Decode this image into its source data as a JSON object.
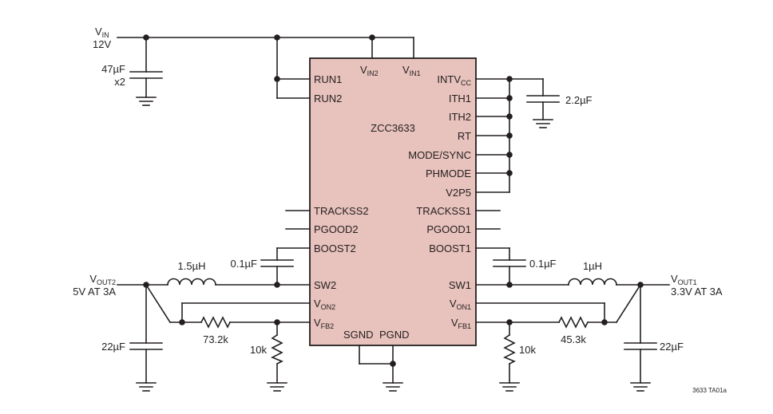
{
  "chip": {
    "name": "ZCC3633",
    "fill": "#e8c2bc",
    "left_pins": {
      "run1": "RUN1",
      "run2": "RUN2",
      "trackss2": "TRACKSS2",
      "pgood2": "PGOOD2",
      "boost2": "BOOST2",
      "sw2": "SW2",
      "von2_main": "V",
      "von2_sub": "ON2",
      "vfb2_main": "V",
      "vfb2_sub": "FB2"
    },
    "right_pins": {
      "intvcc_main": "INTV",
      "intvcc_sub": "CC",
      "ith1": "ITH1",
      "ith2": "ITH2",
      "rt": "RT",
      "modesync": "MODE/SYNC",
      "phmode": "PHMODE",
      "v2p5": "V2P5",
      "trackss1": "TRACKSS1",
      "pgood1": "PGOOD1",
      "boost1": "BOOST1",
      "sw1": "SW1",
      "von1_main": "V",
      "von1_sub": "ON1",
      "vfb1_main": "V",
      "vfb1_sub": "FB1"
    },
    "top_pins": {
      "vin2_main": "V",
      "vin2_sub": "IN2",
      "vin1_main": "V",
      "vin1_sub": "IN1"
    },
    "bottom_pins": {
      "sgnd": "SGND",
      "pgnd": "PGND"
    }
  },
  "vin": {
    "main": "V",
    "sub": "IN",
    "value": "12V"
  },
  "cin": {
    "value": "47µF",
    "qty": "x2"
  },
  "c_intvcc": "2.2µF",
  "c_boost2": "0.1µF",
  "c_boost1": "0.1µF",
  "l_out2": "1.5µH",
  "l_out1": "1µH",
  "r_fb2_top": "73.2k",
  "r_fb2_bot": "10k",
  "r_fb1_top": "45.3k",
  "r_fb1_bot": "10k",
  "vout2": {
    "main": "V",
    "sub": "OUT2",
    "spec": "5V AT 3A"
  },
  "vout1": {
    "main": "V",
    "sub": "OUT1",
    "spec": "3.3V AT 3A"
  },
  "cout2": "22µF",
  "cout1": "22µF",
  "figure_id": "3633 TA01a"
}
